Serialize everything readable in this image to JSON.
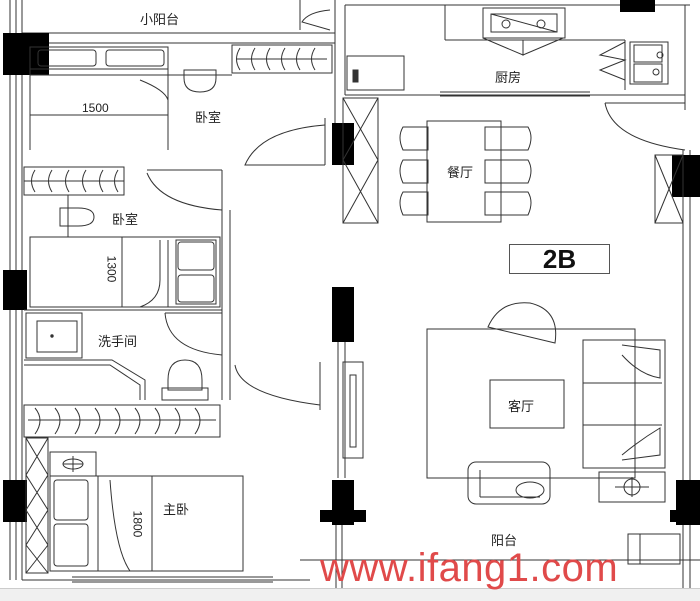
{
  "plan": {
    "unit_label": "2B",
    "rooms": {
      "small_balcony": "小阳台",
      "bedroom_1": "卧室",
      "bedroom_2": "卧室",
      "kitchen": "厨房",
      "dining": "餐厅",
      "washroom": "洗手间",
      "living_room": "客厅",
      "master_bedroom": "主卧",
      "balcony": "阳台"
    },
    "dimensions": {
      "bed_1_width": "1500",
      "bed_2_length": "1300",
      "master_bed_length": "1800"
    },
    "colors": {
      "wall": "#000000",
      "line": "#333333",
      "watermark": "#e04a4a"
    }
  },
  "watermark": {
    "text": "www.ifang1.com"
  }
}
